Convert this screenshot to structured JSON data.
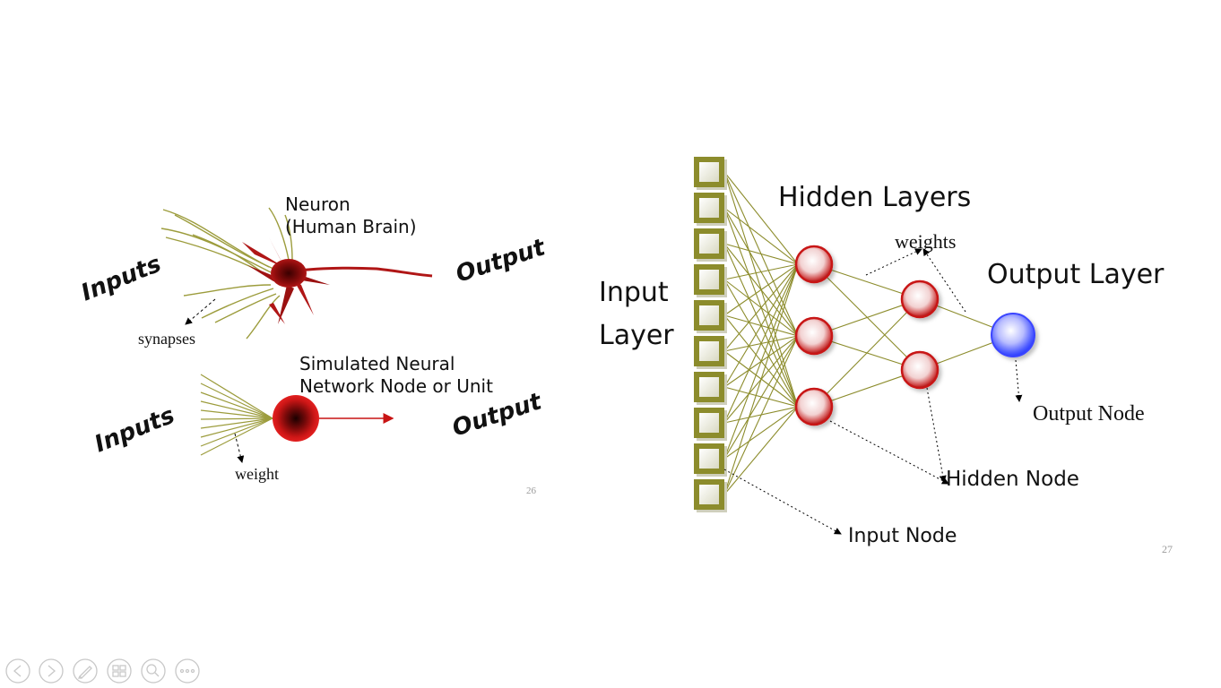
{
  "slide_left": {
    "neuron_label_line1": "Neuron",
    "neuron_label_line2": "(Human Brain)",
    "inputs_top": "Inputs",
    "output_top": "Output",
    "synapses_label": "synapses",
    "simulated_line1": "Simulated Neural",
    "simulated_line2": "Network Node or Unit",
    "inputs_bottom": "Inputs",
    "output_bottom": "Output",
    "weight_label": "weight",
    "page_number": "26"
  },
  "slide_right": {
    "input_layer_line1": "Input",
    "input_layer_line2": "Layer",
    "hidden_layers": "Hidden Layers",
    "weights": "weights",
    "output_layer": "Output Layer",
    "output_node": "Output Node",
    "hidden_node": "Hidden Node",
    "input_node": "Input Node",
    "page_number": "27"
  },
  "colors": {
    "olive": "#8c8c2c",
    "neuron_red": "#a01010",
    "node_red": "#cc1111",
    "output_blue": "#2a3cff",
    "control_gray": "#c8c8c8"
  },
  "controls": [
    {
      "name": "previous-icon"
    },
    {
      "name": "next-icon"
    },
    {
      "name": "pen-icon"
    },
    {
      "name": "slides-grid-icon"
    },
    {
      "name": "zoom-icon"
    },
    {
      "name": "more-icon"
    }
  ]
}
